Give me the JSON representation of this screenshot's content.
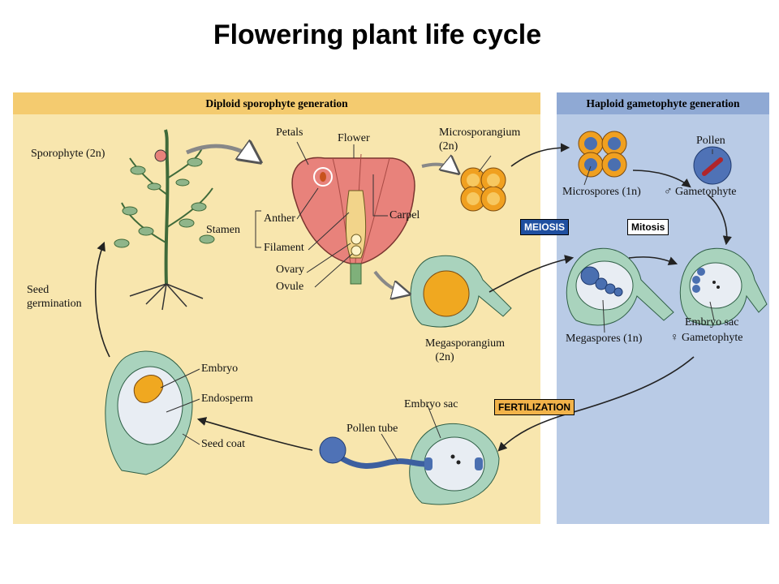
{
  "title": "Flowering plant life cycle",
  "bands": {
    "diploid": "Diploid sporophyte generation",
    "haploid": "Haploid gametophyte generation"
  },
  "labels": {
    "sporophyte": "Sporophyte (2n)",
    "petals": "Petals",
    "flower": "Flower",
    "stamen": "Stamen",
    "anther": "Anther",
    "filament": "Filament",
    "ovary": "Ovary",
    "ovule": "Ovule",
    "carpel": "Carpel",
    "microsporangium": "Microsporangium",
    "microsporangium_ploidy": "(2n)",
    "microspores": "Microspores (1n)",
    "pollen": "Pollen",
    "male_gametophyte": "♂ Gametophyte",
    "megasporangium": "Megasporangium",
    "megasporangium_ploidy": "(2n)",
    "megaspores": "Megaspores (1n)",
    "embryo_sac": "Embryo sac",
    "female_gametophyte": "♀ Gametophyte",
    "embryo_sac_2": "Embryo sac",
    "pollen_tube": "Pollen tube",
    "embryo": "Embryo",
    "endosperm": "Endosperm",
    "seed_coat": "Seed coat",
    "seed": "Seed",
    "germination": "germination"
  },
  "tags": {
    "meiosis": "MEIOSIS",
    "mitosis": "Mitosis",
    "fertilization": "FERTILIZATION"
  },
  "colors": {
    "diploid_bg": "#f8e6ae",
    "haploid_bg": "#b9cbe6",
    "petal": "#e8827b",
    "sporangium": "#f0a020",
    "spore": "#4a6fb0",
    "ovule_tissue": "#a9d3bd"
  }
}
